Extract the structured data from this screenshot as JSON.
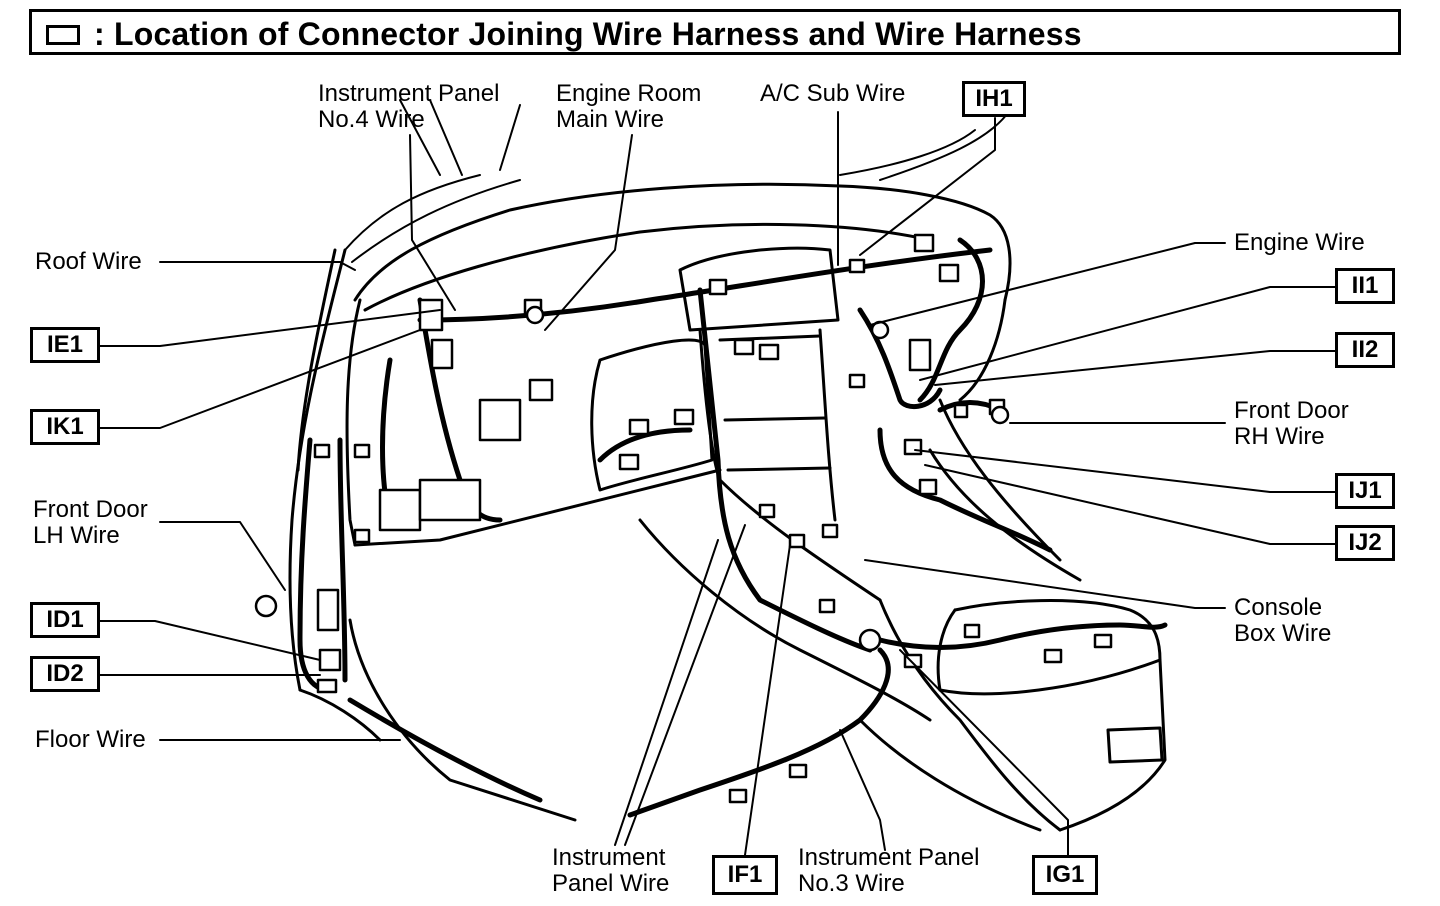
{
  "title": ": Location of Connector Joining Wire Harness and Wire Harness",
  "wire_labels": {
    "ip4_l1": "Instrument Panel",
    "ip4_l2": "No.4 Wire",
    "erm_l1": "Engine Room",
    "erm_l2": "Main Wire",
    "ac_sub": "A/C Sub Wire",
    "roof": "Roof Wire",
    "engine": "Engine Wire",
    "fdrh_l1": "Front Door",
    "fdrh_l2": "RH Wire",
    "fdlh_l1": "Front Door",
    "fdlh_l2": "LH Wire",
    "console_l1": "Console",
    "console_l2": "Box Wire",
    "floor": "Floor Wire",
    "ip_l1": "Instrument",
    "ip_l2": "Panel Wire",
    "ip3_l1": "Instrument Panel",
    "ip3_l2": "No.3 Wire"
  },
  "connector_codes": {
    "ih1": "IH1",
    "ie1": "IE1",
    "ik1": "IK1",
    "ii1": "II1",
    "ii2": "II2",
    "ij1": "IJ1",
    "ij2": "IJ2",
    "id1": "ID1",
    "id2": "ID2",
    "if1": "IF1",
    "ig1": "IG1"
  }
}
